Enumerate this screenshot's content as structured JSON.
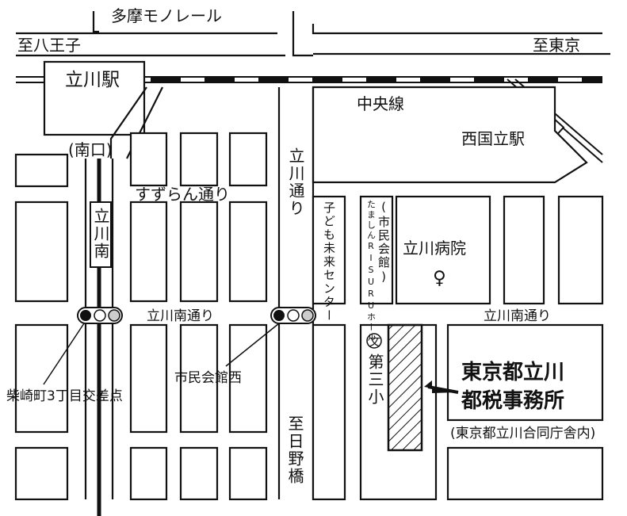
{
  "map": {
    "monorail": "多摩モノレール",
    "to_hachioji": "至八王子",
    "to_tokyo": "至東京",
    "tachikawa_station": "立川駅",
    "south_exit": "(南口)",
    "chuo_line": "中央線",
    "nishikunitachi_station": "西国立駅",
    "suzuran_street": "すずらん通り",
    "tachikawa_street": "立川通り",
    "tachikawa_minami": "立川南",
    "kodomo_center": "子ども未来センター",
    "tamashin_hall": "たましんRISURUホール",
    "shimin_kaikan": "(市民会館)",
    "tachikawa_hospital": "立川病院",
    "tachikawa_minami_street_left": "立川南通り",
    "tachikawa_minami_street_right": "立川南通り",
    "shimin_kaikan_nishi": "市民会館西",
    "shibasaki_intersection": "柴崎町3丁目交差点",
    "school_symbol": "文",
    "daisan_school": "第三小",
    "office_line1": "東京都立川",
    "office_line2": "都税事務所",
    "office_note": "(東京都立川合同庁舎内)",
    "to_hino_bridge": "至日野橋",
    "hospital_symbol": "♀"
  }
}
